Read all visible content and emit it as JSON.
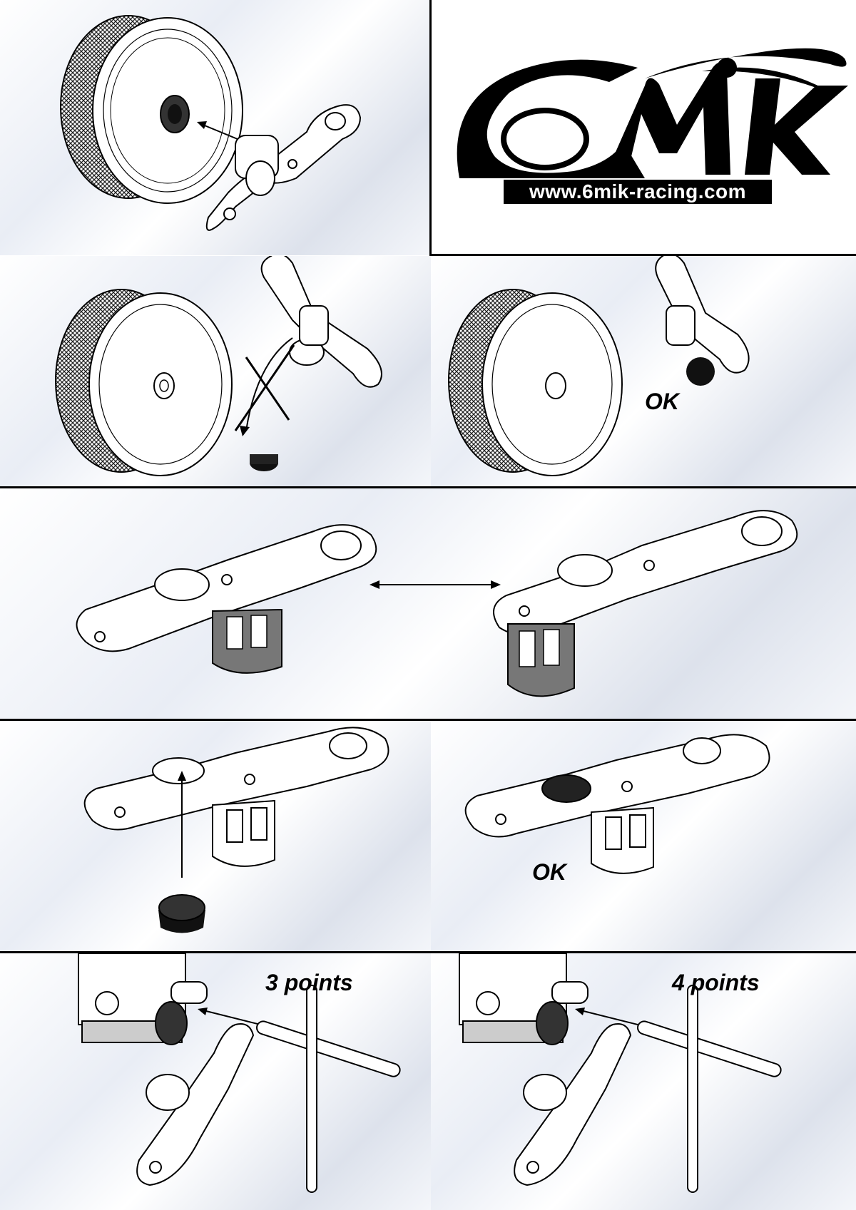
{
  "logo": {
    "brand": "6MiK",
    "url": "www.6mik-racing.com"
  },
  "labels": {
    "ok_wheel": "OK",
    "ok_wrench": "OK",
    "three_points": "3 points",
    "four_points": "4 points"
  }
}
